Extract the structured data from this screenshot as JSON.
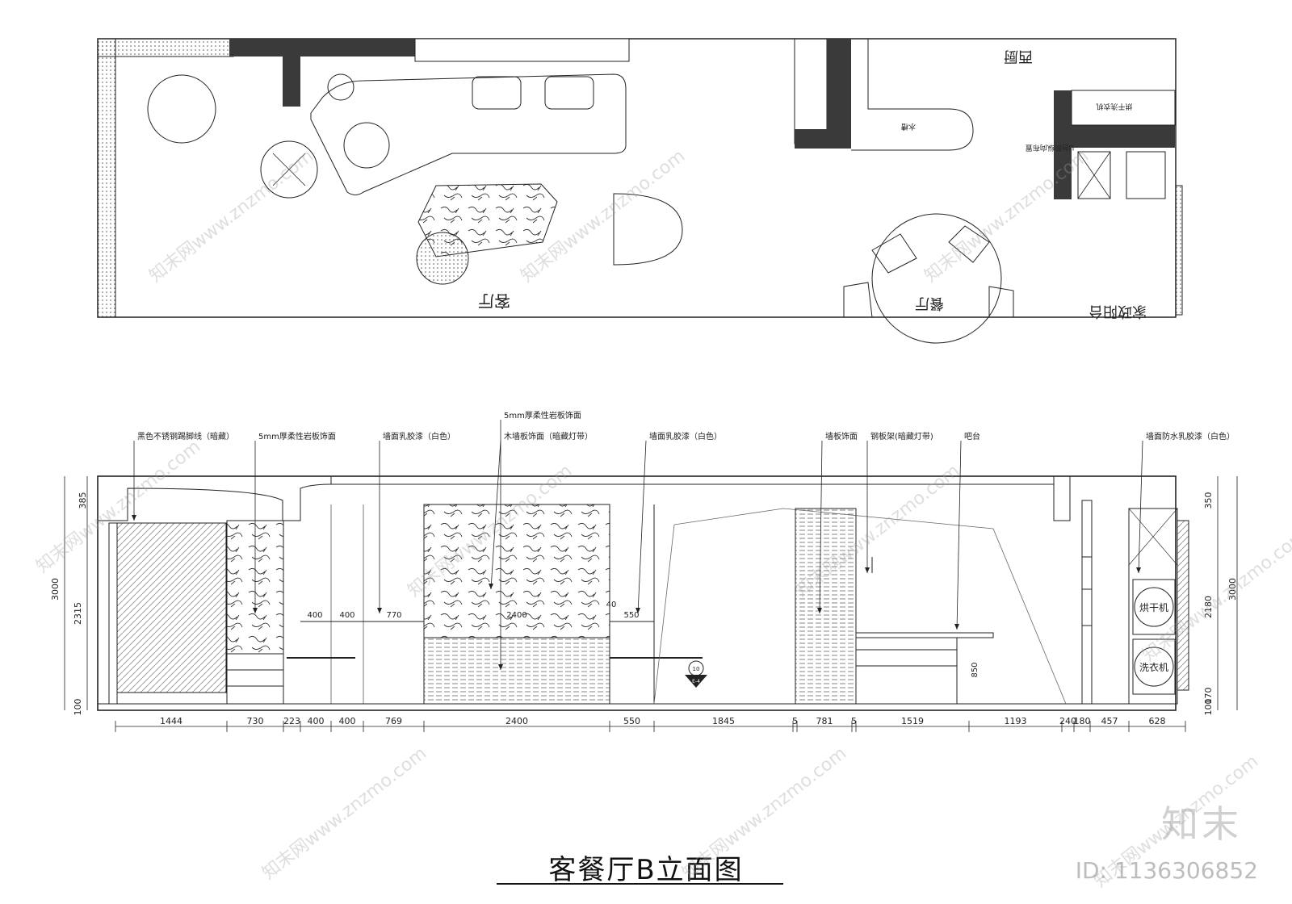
{
  "plan": {
    "rooms": {
      "living": "客厅",
      "dining": "餐厅",
      "western_kitchen": "西厨",
      "balcony": "家政阳台"
    },
    "notes": [
      "U台阶纵向布置",
      "烘干洗衣机",
      "水槽"
    ]
  },
  "elevation": {
    "callouts": [
      "黑色不锈钢踢脚线（暗藏）",
      "5mm厚柔性岩板饰面",
      "墙面乳胶漆（白色）",
      "5mm厚柔性岩板饰面",
      "木墙板饰面（暗藏灯带）",
      "墙面乳胶漆（白色）",
      "墙板饰面",
      "钢板架(暗藏灯带)",
      "吧台",
      "墙面防水乳胶漆（白色）"
    ],
    "appliances": [
      "烘干机",
      "洗衣机"
    ],
    "bottom_dims": [
      "1444",
      "730",
      "223",
      "400",
      "400",
      "769",
      "2400",
      "550",
      "1845",
      "5",
      "781",
      "5",
      "1519",
      "1193",
      "240",
      "180",
      "457",
      "628"
    ],
    "inner_dims": [
      "400",
      "400",
      "770",
      "2400",
      "550",
      "40",
      "850"
    ],
    "left_dims": [
      "385",
      "3000",
      "2315",
      "100"
    ],
    "right_dims": [
      "350",
      "3000",
      "2180",
      "170",
      "100"
    ],
    "section_marker": {
      "top": "10",
      "bottom": "E-4"
    }
  },
  "title": "客餐厅B立面图",
  "brand": "知末",
  "image_id": "ID: 1136306852",
  "watermark": "知末网www.znzmo.com"
}
